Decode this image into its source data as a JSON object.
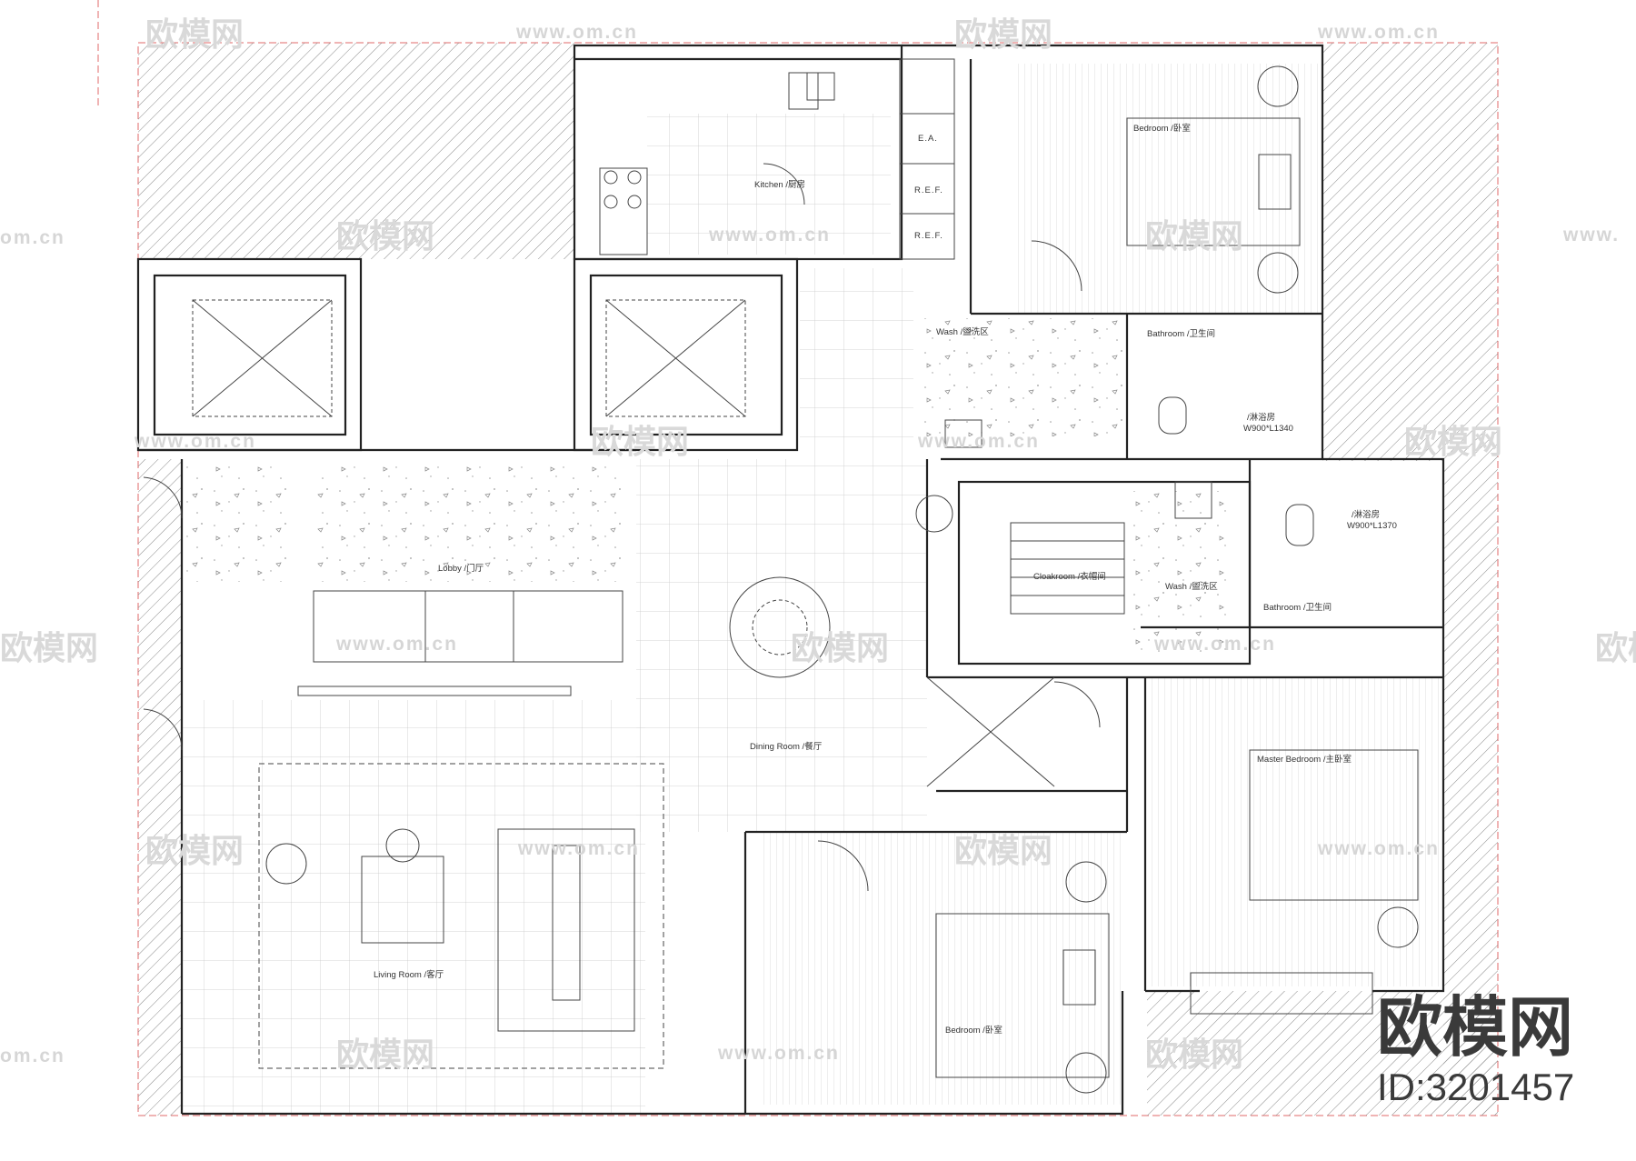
{
  "rooms": {
    "kitchen": "Kitchen /厨房",
    "bedroom_top": "Bedroom /卧室",
    "wash_upper": "Wash /盥洗区",
    "bathroom_upper": "Bathroom /卫生间",
    "shower_upper": "/淋浴房",
    "shower_upper_dim": "W900*L1340",
    "lobby": "Lobby /门厅",
    "cloakroom": "Cloakroom /衣帽间",
    "wash_lower": "Wash /盥洗区",
    "shower_lower": "/淋浴房",
    "shower_lower_dim": "W900*L1370",
    "bathroom_lower": "Bathroom /卫生间",
    "dining": "Dining Room /餐厅",
    "master_bedroom": "Master Bedroom /主卧室",
    "living": "Living Room /客厅",
    "bedroom_bottom": "Bedroom /卧室"
  },
  "fixtures": {
    "ea": "E.A.",
    "ref1": "R.E.F.",
    "ref2": "R.E.F."
  },
  "watermark": {
    "site": "www.om.cn",
    "site_short": "om.cn",
    "site_left": "www.",
    "logo": "欧模网",
    "logo_partial": "欧模网"
  },
  "brand": {
    "logo": "欧模网",
    "id": "ID:3201457"
  }
}
